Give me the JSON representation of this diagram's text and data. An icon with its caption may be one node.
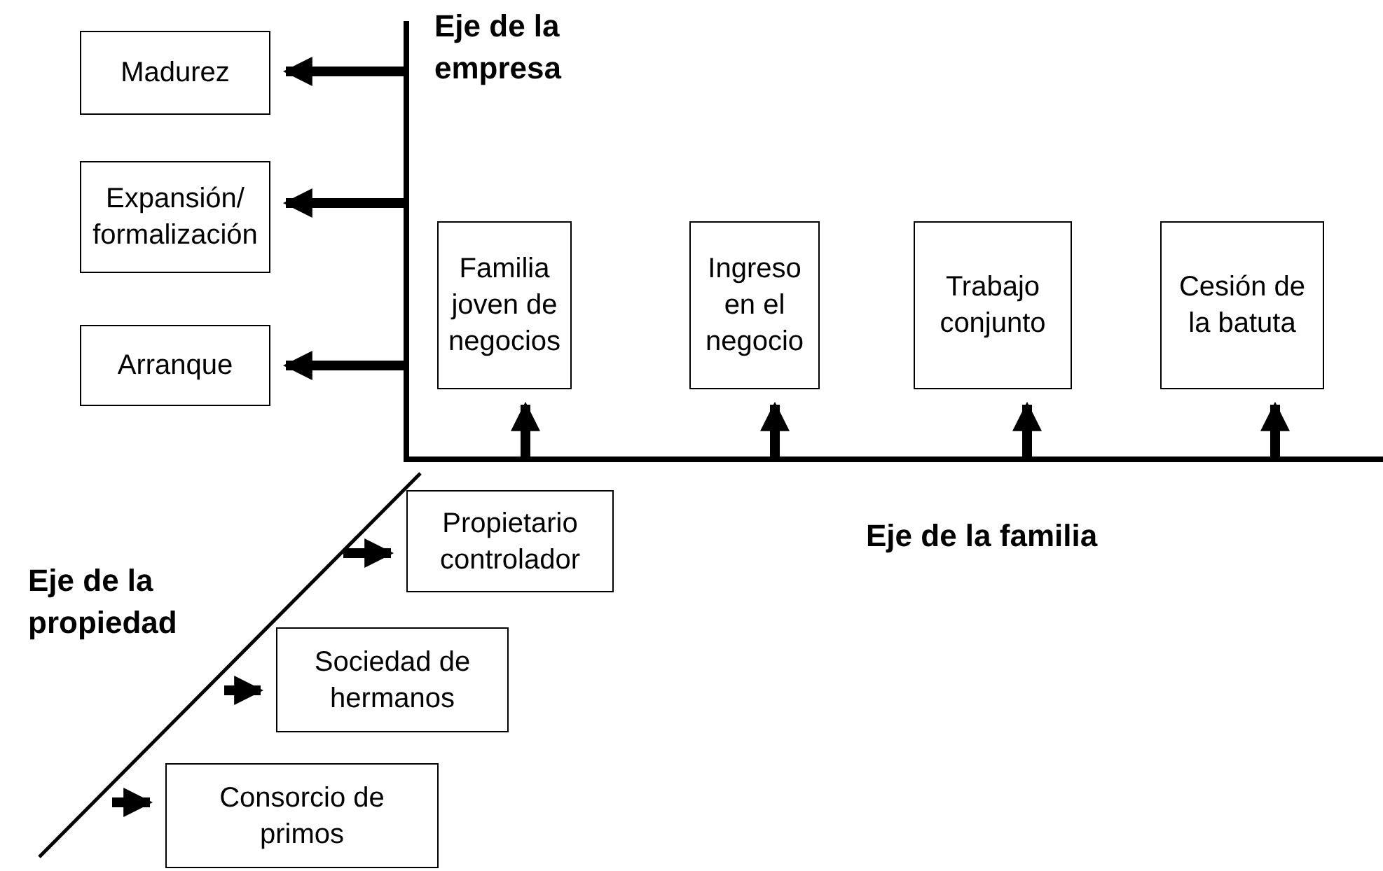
{
  "diagram": {
    "nodes": [
      {
        "text": [
          "Madurez"
        ]
      },
      {
        "text": [
          "Expansión/ formalización"
        ]
      },
      {
        "text": [
          "Arranque"
        ]
      },
      {
        "text": [
          "Familia joven de negocios"
        ]
      },
      {
        "text": [
          "Ingreso en el negocio"
        ]
      },
      {
        "text": [
          "Trabajo conjunto"
        ]
      },
      {
        "text": [
          "Cesión de la batuta"
        ]
      },
      {
        "text": [
          "Propietario controlador"
        ]
      },
      {
        "text": [
          "Sociedad de hermanos"
        ]
      },
      {
        "text": [
          "Consorcio de primos"
        ]
      }
    ],
    "edges": [
      {
        "from": null,
        "to": 0,
        "arrow": "to"
      },
      {
        "from": null,
        "to": 1,
        "arrow": "to"
      },
      {
        "from": null,
        "to": 2,
        "arrow": "to"
      },
      {
        "from": null,
        "to": 3,
        "arrow": "to"
      },
      {
        "from": null,
        "to": 4,
        "arrow": "to"
      },
      {
        "from": null,
        "to": 5,
        "arrow": "to"
      },
      {
        "from": null,
        "to": 6,
        "arrow": "to"
      },
      {
        "from": null,
        "to": 7,
        "arrow": "to"
      },
      {
        "from": null,
        "to": 8,
        "arrow": "to"
      },
      {
        "from": null,
        "to": 9,
        "arrow": "to"
      }
    ],
    "labels": [
      "Eje de la empresa",
      "Eje de la familia",
      "Eje de la propiedad"
    ]
  }
}
